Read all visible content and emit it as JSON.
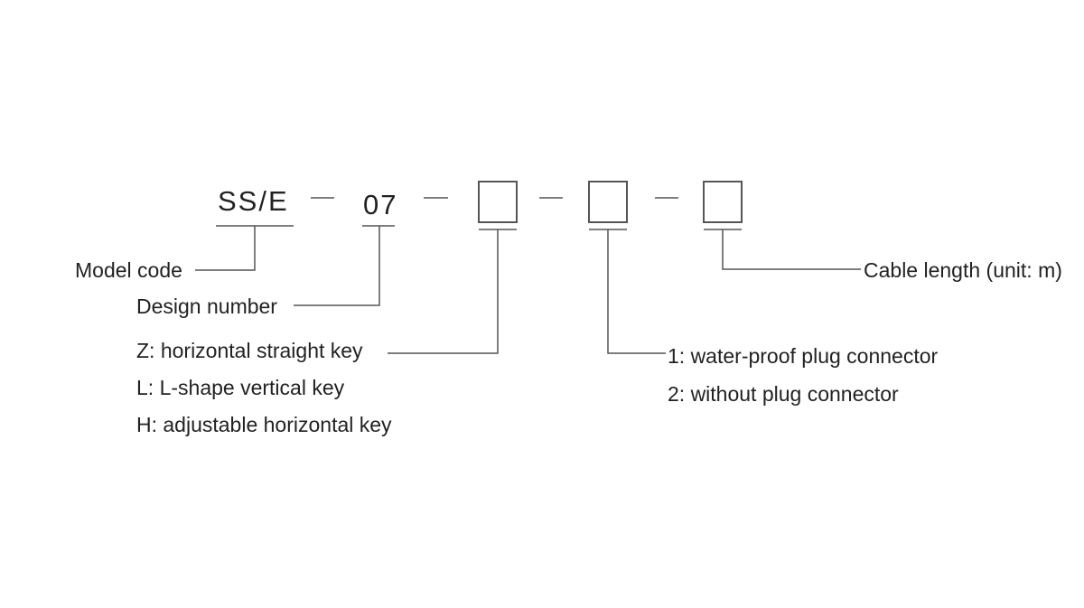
{
  "diagram": {
    "type": "model-code-breakdown",
    "code_segments": [
      {
        "id": "model_code",
        "text": "SS/E"
      },
      {
        "id": "design_number",
        "text": "07"
      },
      {
        "id": "key_type",
        "text": ""
      },
      {
        "id": "connector",
        "text": ""
      },
      {
        "id": "cable_length",
        "text": ""
      }
    ],
    "separator": "—",
    "labels": {
      "model_code": "Model code",
      "design_number": "Design number",
      "key_type": [
        "Z: horizontal straight key",
        "L: L-shape vertical key",
        "H: adjustable horizontal key"
      ],
      "connector": [
        "1: water-proof plug connector",
        "2: without plug connector"
      ],
      "cable_length": "Cable length (unit: m)"
    },
    "colors": {
      "text": "#222222",
      "lines": "#555555",
      "background": "#ffffff"
    }
  }
}
